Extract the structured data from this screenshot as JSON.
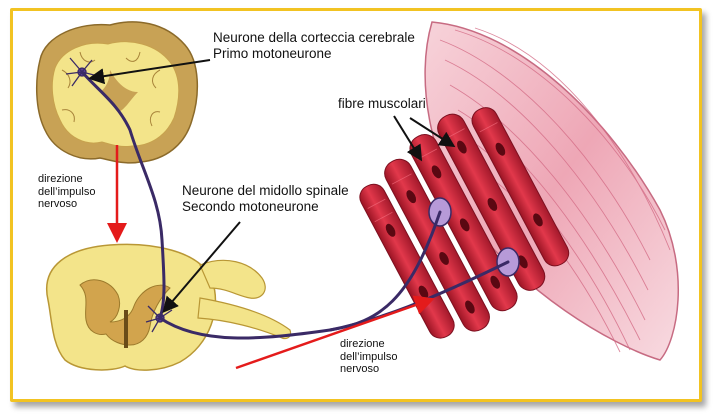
{
  "labels": {
    "cortex_neuron_line1": "Neurone della corteccia cerebrale",
    "cortex_neuron_line2": "Primo motoneurone",
    "spinal_neuron_line1": "Neurone del midollo spinale",
    "spinal_neuron_line2": "Secondo motoneurone",
    "muscle_fibers": "fibre muscolari",
    "impulse_dir_1_line1": "direzione",
    "impulse_dir_1_line2": "dell’impulso",
    "impulse_dir_1_line3": "nervoso",
    "impulse_dir_2_line1": "direzione",
    "impulse_dir_2_line2": "dell’impulso",
    "impulse_dir_2_line3": "nervoso"
  },
  "colors": {
    "frame": "#f2c322",
    "brain_white_matter": "#f3e48a",
    "brain_gray_matter": "#c8a255",
    "nerve": "#3a2a66",
    "arrow_red": "#e41b1b",
    "muscle_fiber": "#c8283a",
    "muscle_bundle": "#f1b8c4"
  }
}
